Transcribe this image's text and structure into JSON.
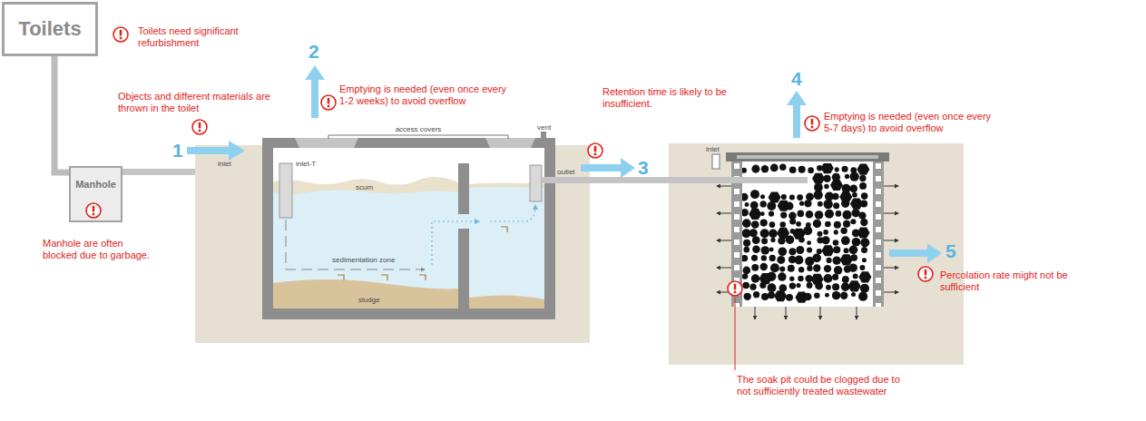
{
  "diagram": {
    "nodes": [
      {
        "text": [
          "Toilets"
        ]
      },
      {
        "text": [
          "Manhole"
        ]
      }
    ],
    "edges": [
      {
        "from": 0,
        "to": 1,
        "arrow": "none"
      }
    ],
    "labels": [
      "Toilets need significant refurbishment",
      "Objects and different materials are thrown in the toilet",
      "Manhole are often blocked due to garbage.",
      "1",
      "2",
      "Emptying is needed (even once every 1-2 weeks) to avoid overflow",
      "access covers",
      "vent",
      "inlet",
      "inlet-T",
      "scum",
      "sedimentation zone",
      "sludge",
      "outlet",
      "Retention time is likely to be insufficient.",
      "3",
      "4",
      "Emptying is needed (even once every 5-7 days) to avoid overflow",
      "inlet",
      "5",
      "Percolation rate might not be sufficient",
      "The soak pit could be clogged due to not sufficiently treated wastewater"
    ]
  }
}
